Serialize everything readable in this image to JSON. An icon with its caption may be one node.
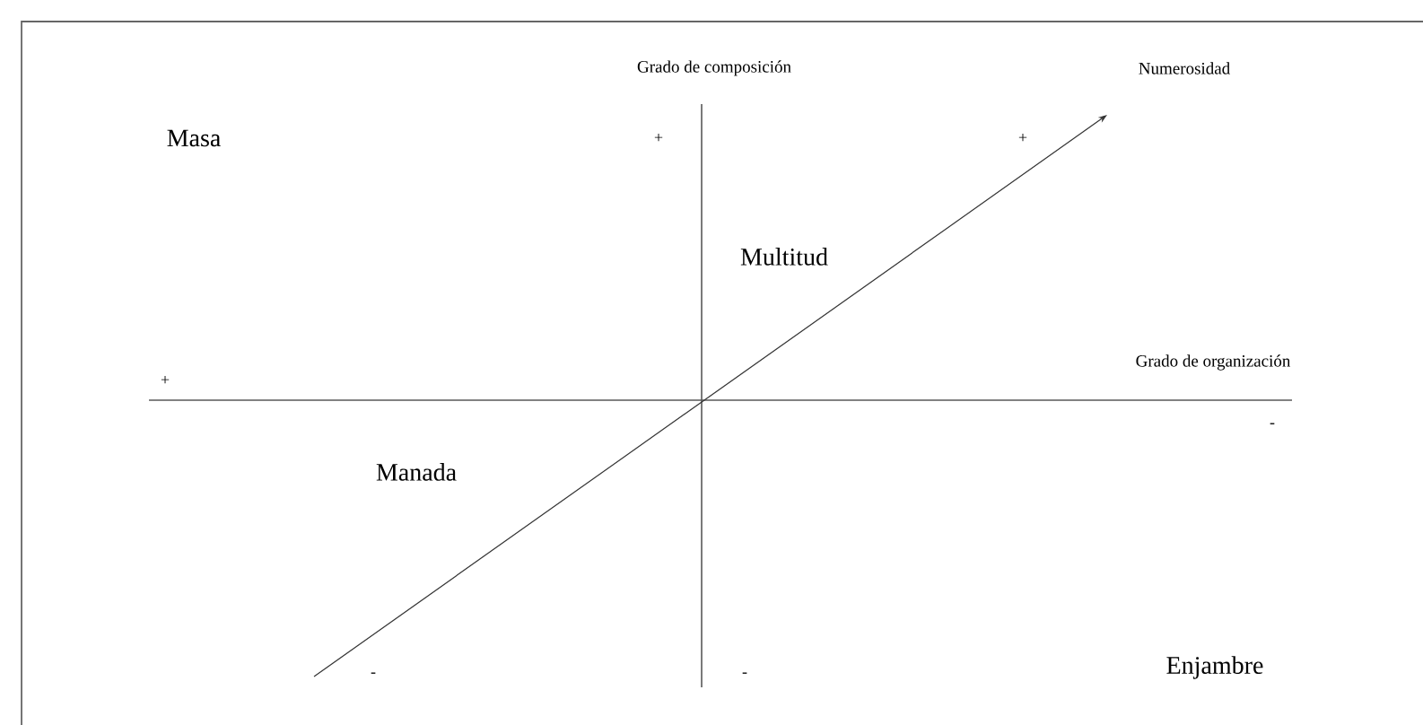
{
  "diagram": {
    "labels": [
      "Grado de composición",
      "Numerosidad",
      "Masa",
      "+",
      "+",
      "Multitud",
      "+",
      "Grado de organización",
      "-",
      "Manada",
      "-",
      "-",
      "Enjambre"
    ]
  }
}
